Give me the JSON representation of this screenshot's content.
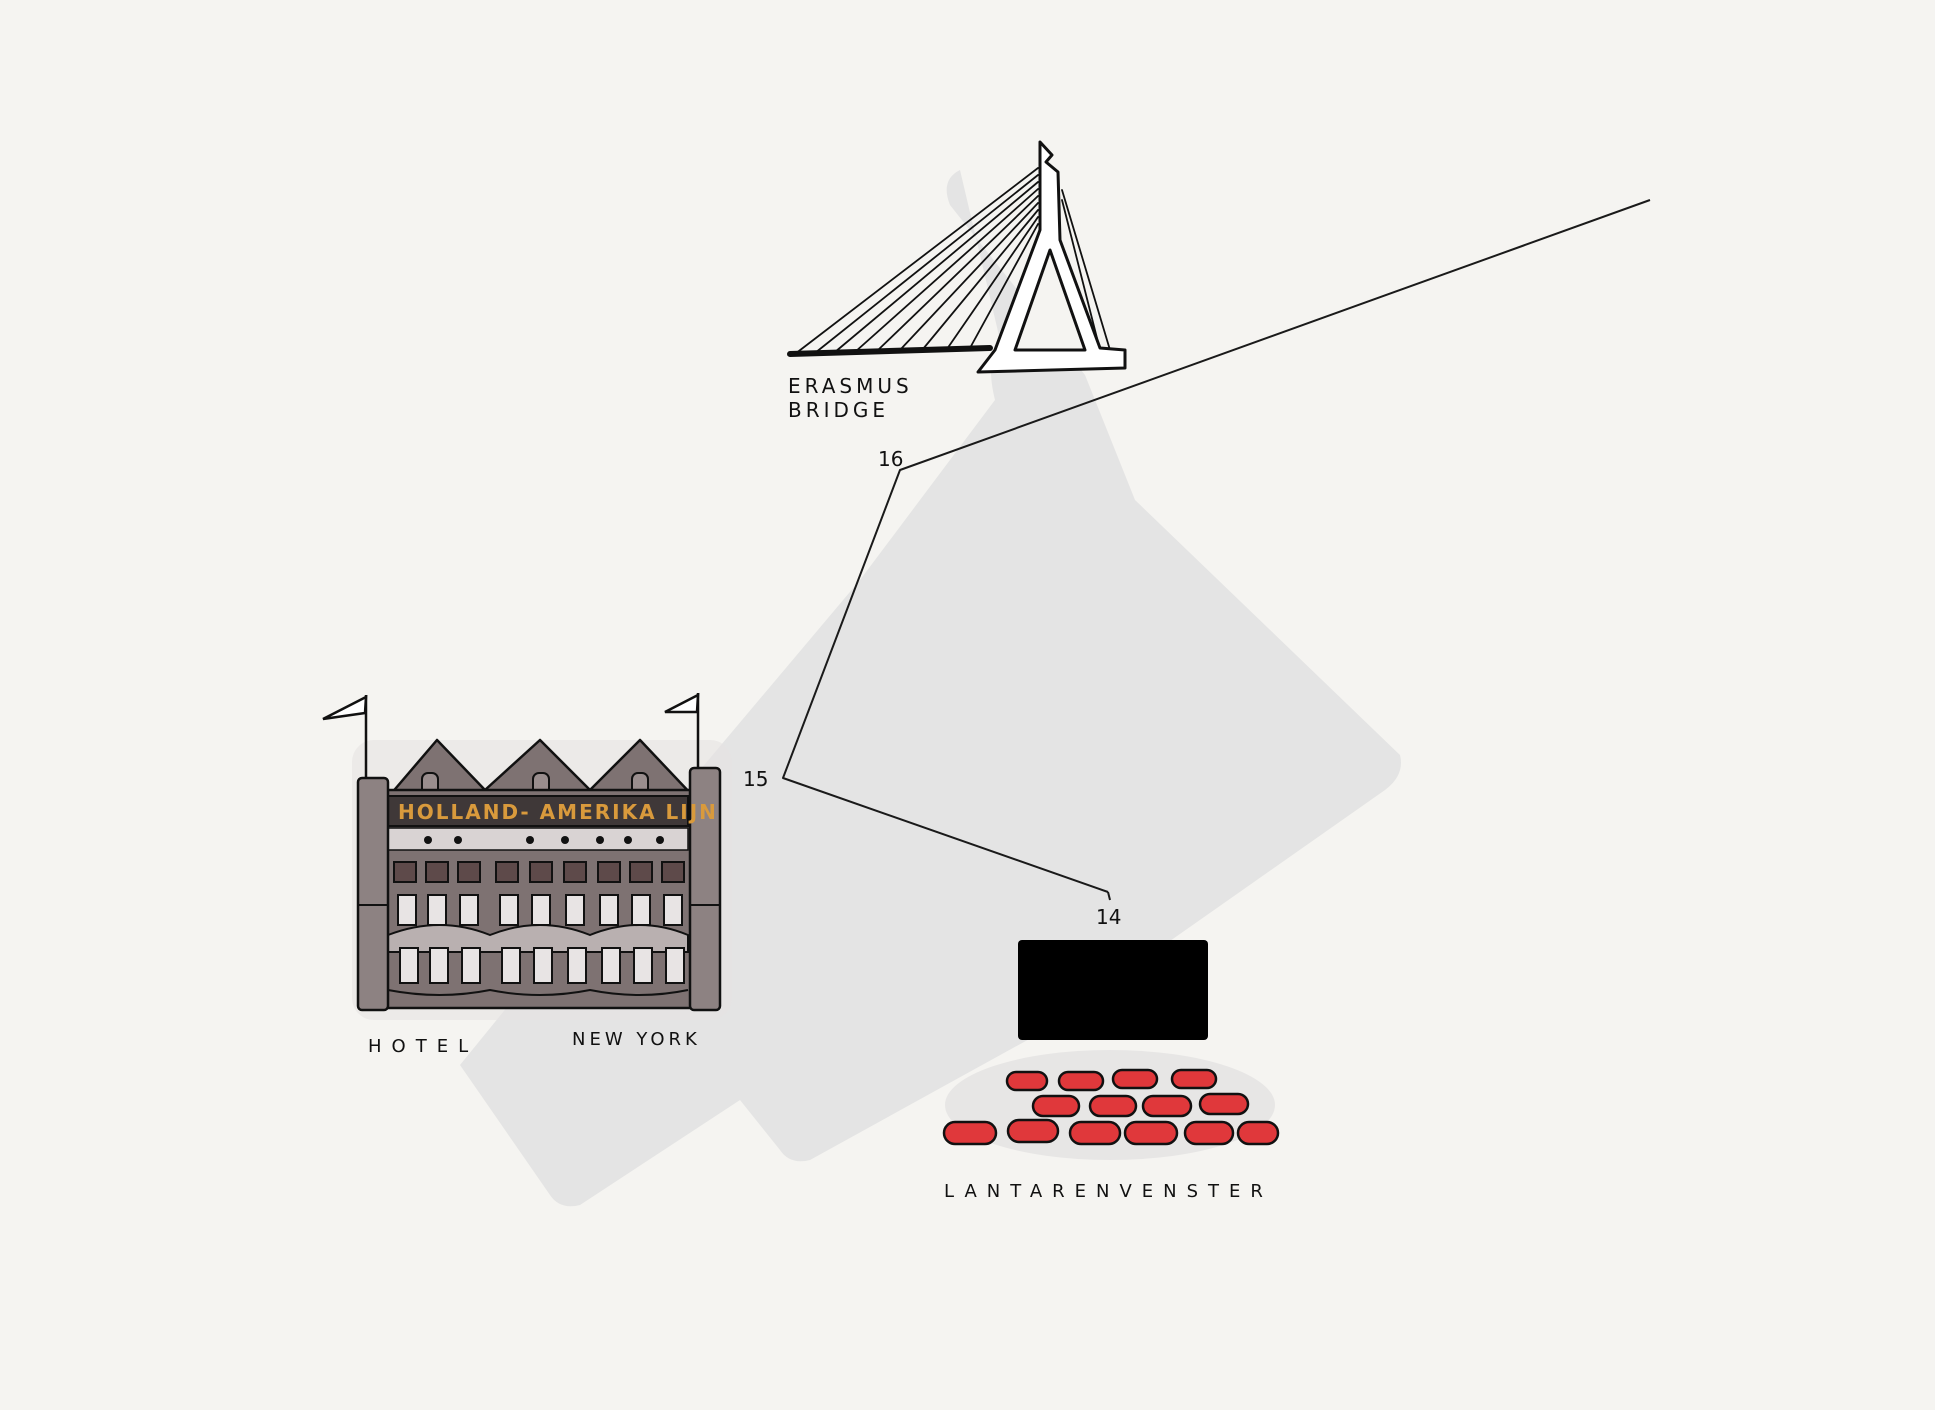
{
  "map": {
    "stops": [
      {
        "number": "14"
      },
      {
        "number": "15"
      },
      {
        "number": "16"
      }
    ],
    "landmarks": {
      "bridge": {
        "line1": "ERASMUS",
        "line2": "BRIDGE"
      },
      "hotel": {
        "word1": "HOTEL",
        "word2": "NEW YORK",
        "sign": "HOLLAND- AMERIKA LIJN"
      },
      "cinema": {
        "name": "LANTARENVENSTER"
      }
    },
    "colors": {
      "background": "#f5f4f1",
      "shadow": "#e3e3e3",
      "ink": "#111111",
      "hotel_facade": "#7e7272",
      "hotel_sign_text": "#d99a3c",
      "seat_red": "#e0383b",
      "screen": "#000000"
    },
    "icons": [
      "bridge-icon",
      "hotel-building-icon",
      "cinema-icon",
      "flag-icon"
    ]
  }
}
